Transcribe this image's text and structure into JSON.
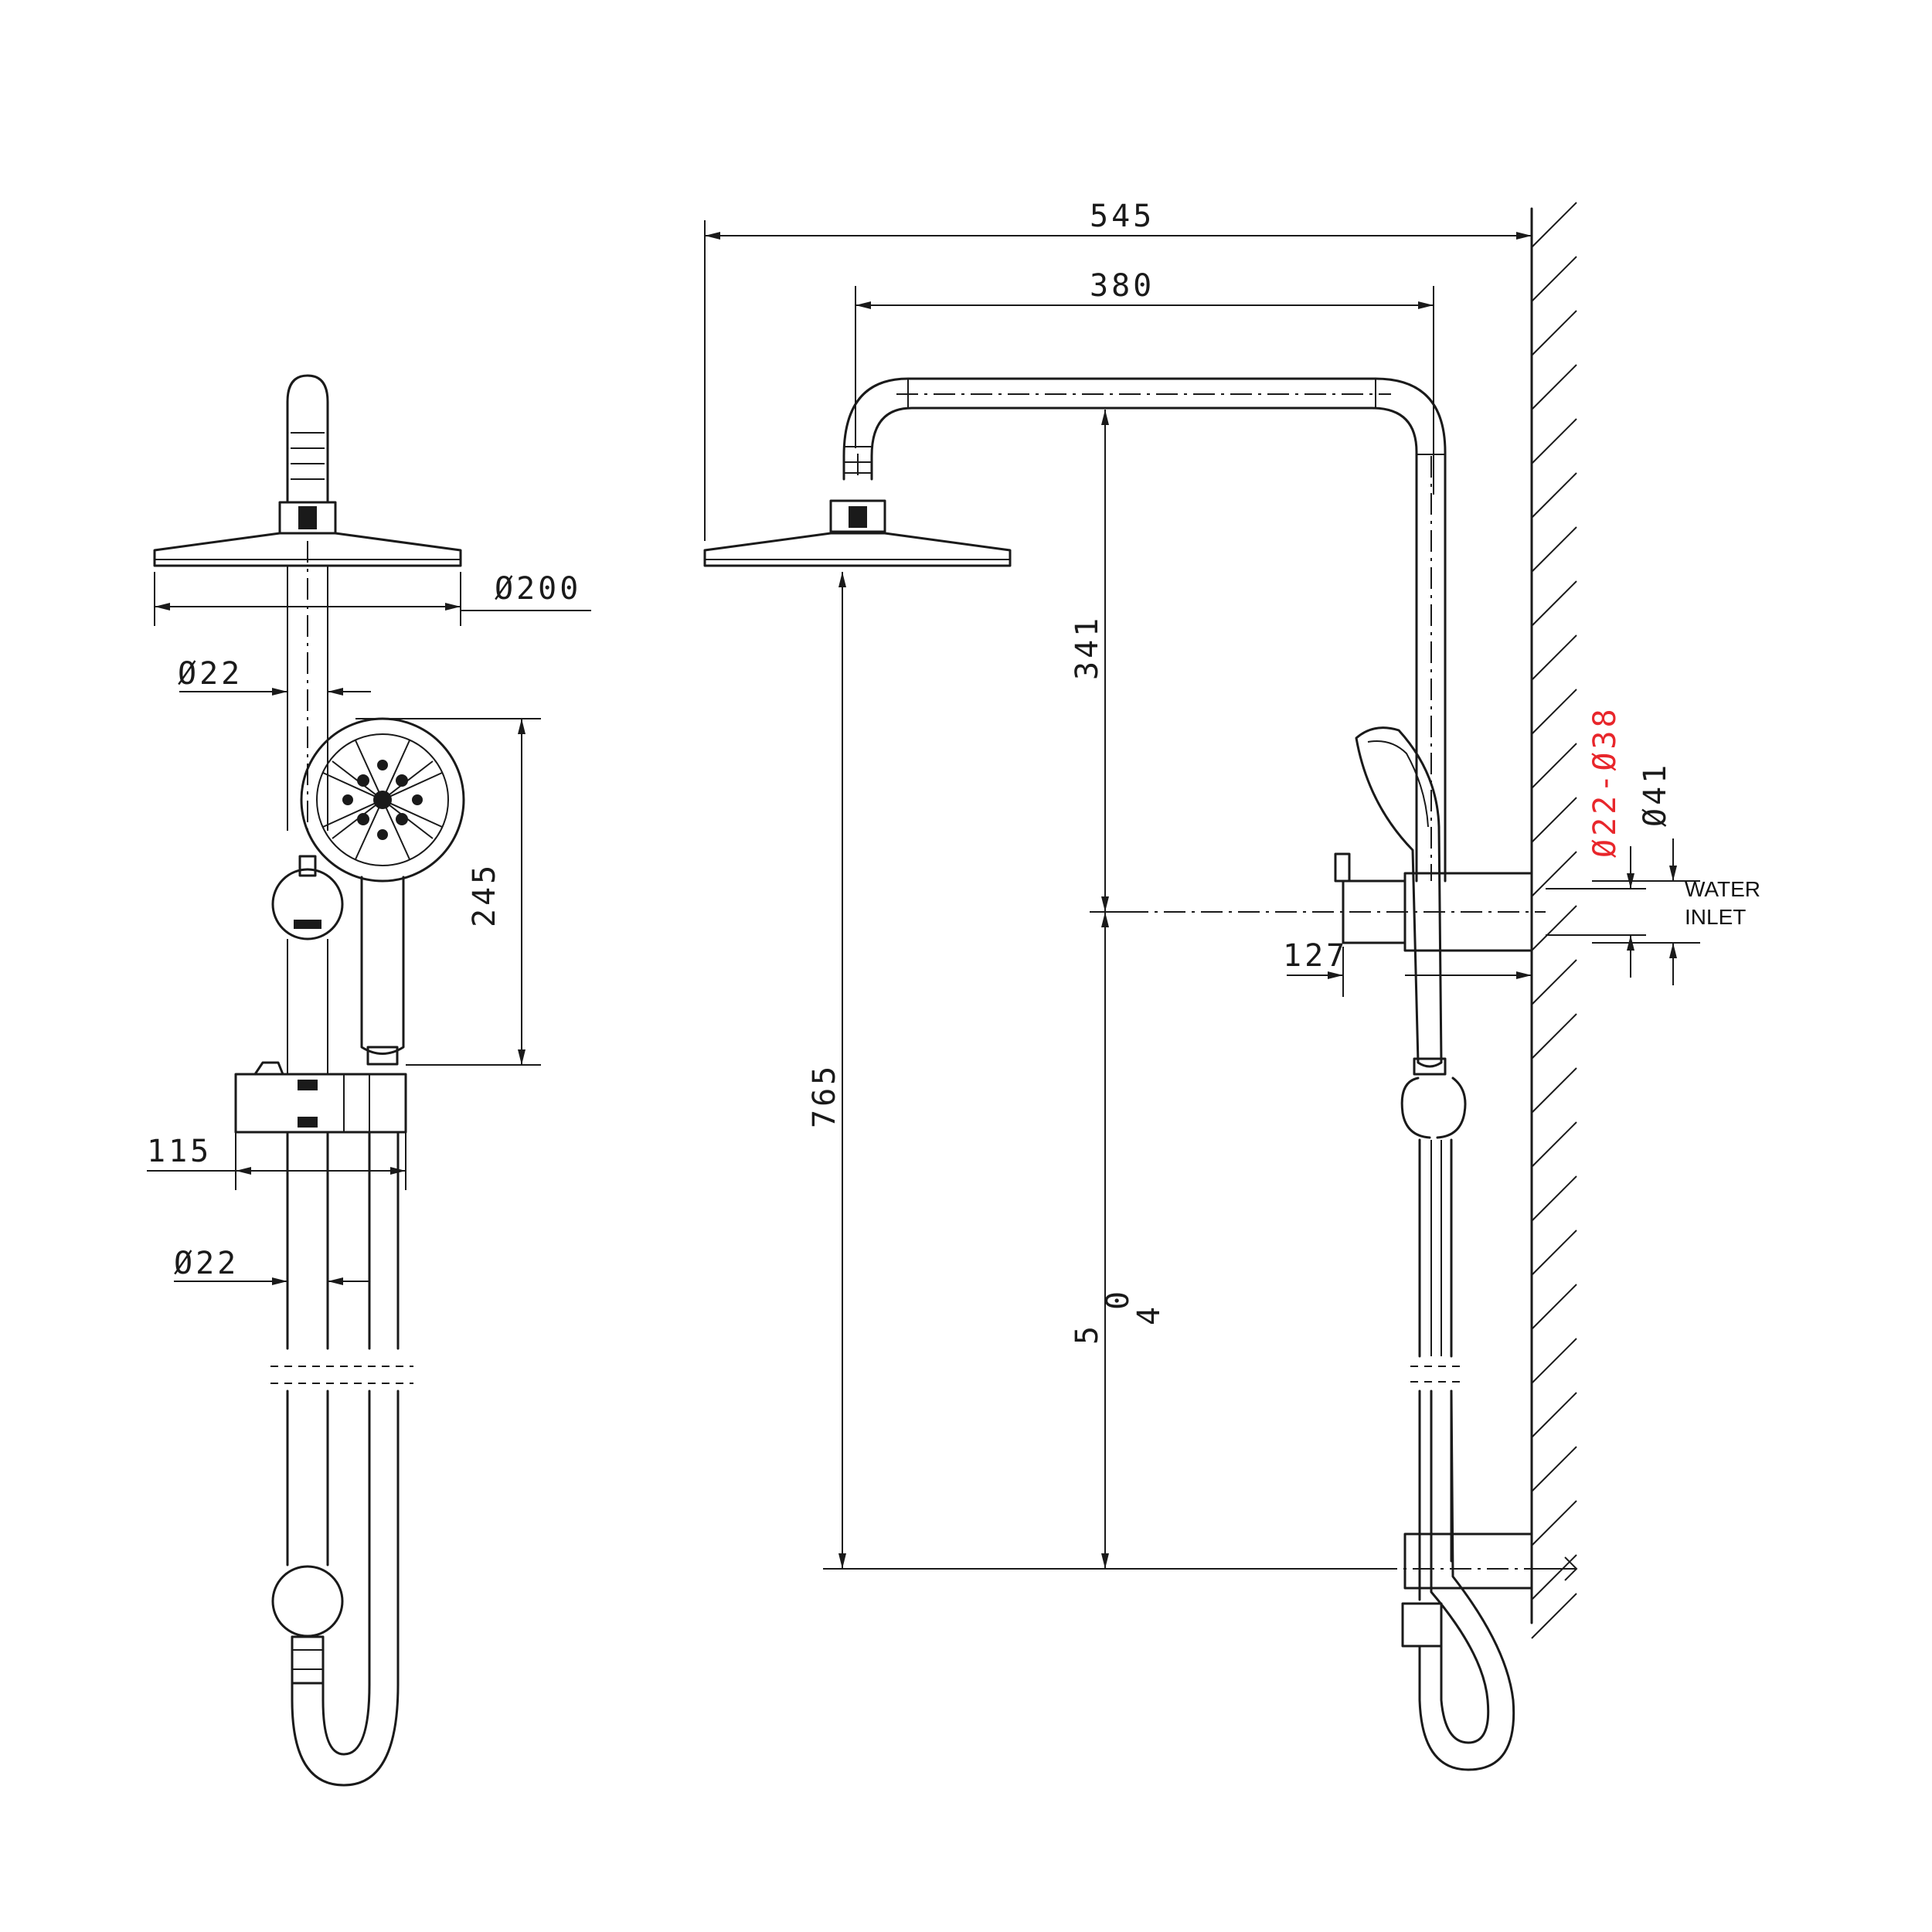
{
  "front_view": {
    "overhead_diameter": "Ø200",
    "pipe_diameter_upper": "Ø22",
    "handset_length": "245",
    "slider_width": "115",
    "pipe_diameter_lower": "Ø22"
  },
  "side_view": {
    "overall_projection": "545",
    "arm_projection": "380",
    "upper_height": "341",
    "total_height": "765",
    "lower_height_fragment_1": "5",
    "lower_height_fragment_2": "0",
    "lower_height_fragment_3": "4",
    "diverter_projection": "127",
    "inlet_range": "Ø22-Ø38",
    "inlet_diameter": "Ø41",
    "water_inlet_line1": "WATER",
    "water_inlet_line2": "INLET"
  },
  "colors": {
    "line": "#1a1a1a",
    "highlight": "#e8262b"
  }
}
